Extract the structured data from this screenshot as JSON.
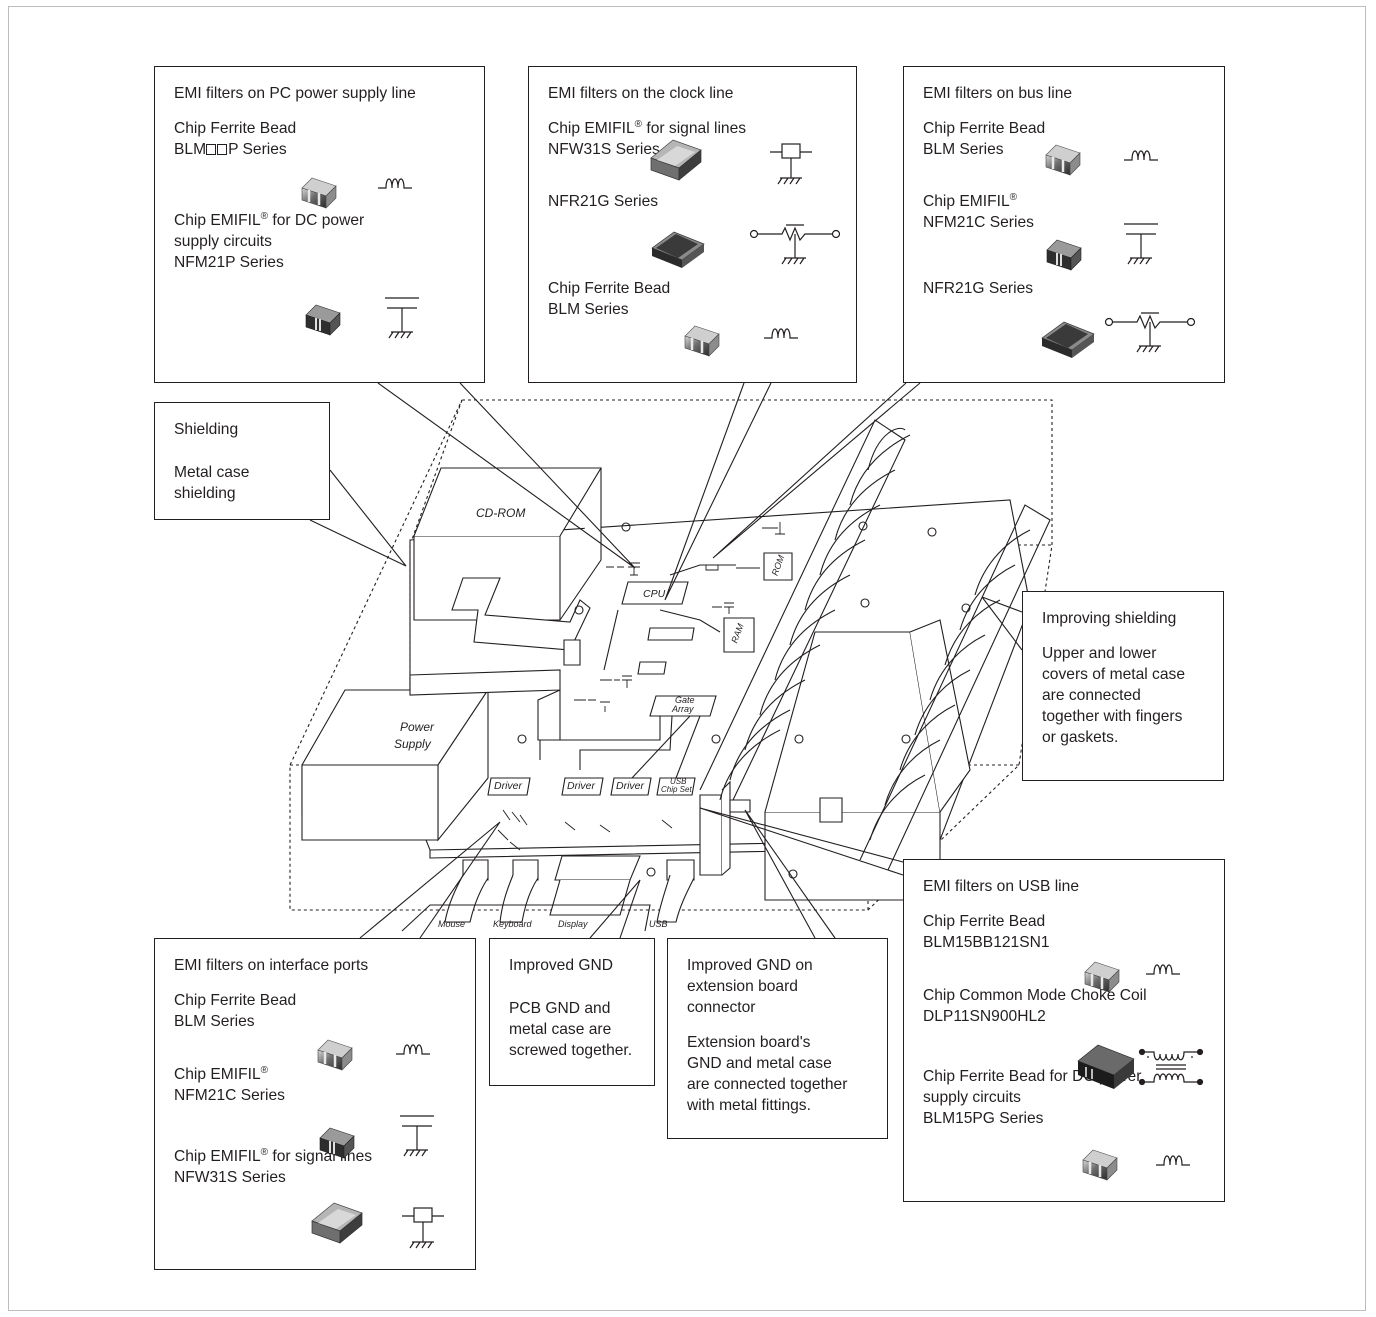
{
  "boxes": {
    "pc_power": {
      "title": "EMI filters on PC power supply line",
      "item1_line1": "Chip Ferrite Bead",
      "item1_line2_prefix": "BLM",
      "item1_line2_suffix": "P Series",
      "item2_line1": "Chip EMIFIL",
      "item2_line1_sup": "®",
      "item2_line1_rest": " for DC power",
      "item2_line2": "supply circuits",
      "item2_line3": "NFM21P Series"
    },
    "clock": {
      "title": "EMI filters on the clock line",
      "item1_line1": "Chip EMIFIL",
      "item1_line1_sup": "®",
      "item1_line1_rest": " for signal lines",
      "item1_line2": "NFW31S Series",
      "item2_line1": "NFR21G Series",
      "item3_line1": "Chip Ferrite Bead",
      "item3_line2": "BLM Series"
    },
    "bus": {
      "title": "EMI filters on bus line",
      "item1_line1": "Chip Ferrite Bead",
      "item1_line2": "BLM Series",
      "item2_line1": "Chip EMIFIL",
      "item2_line1_sup": "®",
      "item2_line2": "NFM21C Series",
      "item3_line1": "NFR21G Series"
    },
    "shielding": {
      "title": "Shielding",
      "line1": "Metal case",
      "line2": "shielding"
    },
    "improving": {
      "title": "Improving shielding",
      "line1": "Upper and lower",
      "line2": "covers of metal case",
      "line3": "are connected",
      "line4": "together with fingers",
      "line5": "or gaskets."
    },
    "usb": {
      "title": "EMI filters on USB line",
      "item1_line1": "Chip Ferrite Bead",
      "item1_line2": "BLM15BB121SN1",
      "item2_line1": "Chip Common Mode Choke Coil",
      "item2_line2": "DLP11SN900HL2",
      "item3_line1": "Chip Ferrite Bead for DC power",
      "item3_line2": "supply circuits",
      "item3_line3": "BLM15PG Series"
    },
    "interface": {
      "title": "EMI filters on interface ports",
      "item1_line1": "Chip Ferrite Bead",
      "item1_line2": "BLM Series",
      "item2_line1": "Chip EMIFIL",
      "item2_line1_sup": "®",
      "item2_line2": "NFM21C Series",
      "item3_line1": "Chip EMIFIL",
      "item3_line1_sup": "®",
      "item3_line1_rest": " for signal lines",
      "item3_line2": "NFW31S Series"
    },
    "gnd": {
      "title": "Improved GND",
      "line1": "PCB GND and",
      "line2": "metal case are",
      "line3": "screwed together."
    },
    "gnd_ext": {
      "title1": "Improved GND on",
      "title2": "extension board",
      "title3": "connector",
      "line1": "Extension board's",
      "line2": "GND and metal case",
      "line3": "are connected together",
      "line4": "with metal fittings."
    }
  },
  "board_labels": {
    "cdrom": "CD-ROM",
    "power_supply_1": "Power",
    "power_supply_2": "Supply",
    "cpu": "CPU",
    "rom": "ROM",
    "ram": "RAM",
    "gate_array_1": "Gate",
    "gate_array_2": "Array",
    "driver1": "Driver",
    "driver2": "Driver",
    "driver3": "Driver",
    "usb_chip_1": "USB",
    "usb_chip_2": "Chip Set",
    "mouse": "Mouse",
    "keyboard": "Keyboard",
    "display": "Display",
    "usb": "USB"
  },
  "icons": [
    "ferrite-bead-chip-icon",
    "inductor-symbol-icon",
    "three-terminal-capacitor-symbol-icon",
    "resistor-filter-symbol-icon",
    "common-mode-choke-symbol-icon"
  ]
}
